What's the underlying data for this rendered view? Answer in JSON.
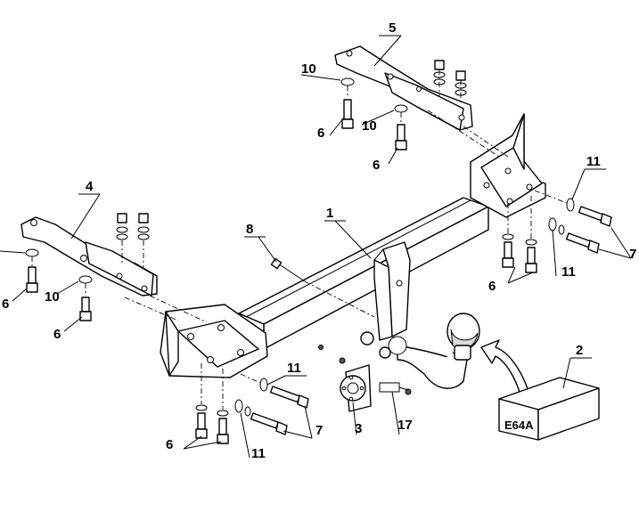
{
  "labels": {
    "p1": "1",
    "p2": "2",
    "p3": "3",
    "p4": "4",
    "p5": "5",
    "p6a": "6",
    "p6b": "6",
    "p6c": "6",
    "p6d": "6",
    "p6e": "6",
    "p6f": "6",
    "p7a": "7",
    "p7b": "7",
    "p8": "8",
    "p10a": "10",
    "p10b": "10",
    "p10c": "10",
    "p11a": "11",
    "p11b": "11",
    "p11c": "11",
    "p11d": "11",
    "p17": "17"
  },
  "box_code": "E64A"
}
